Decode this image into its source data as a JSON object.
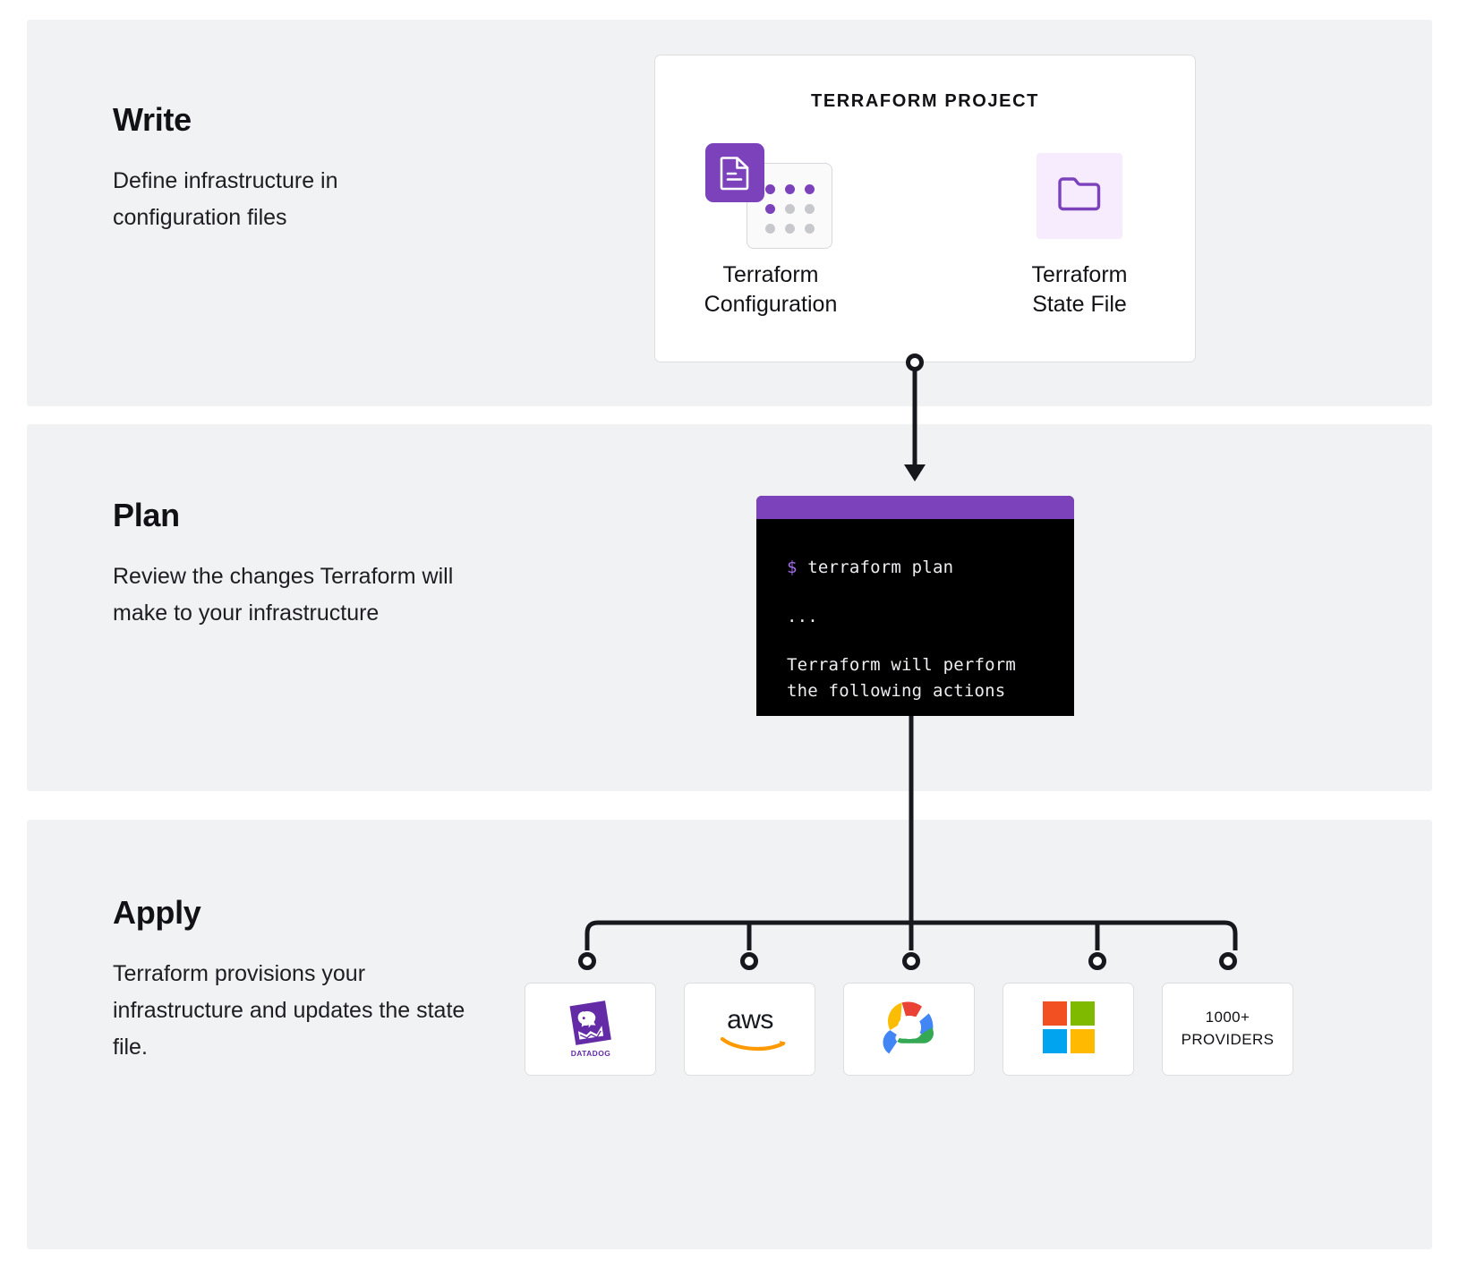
{
  "theme": {
    "accent_purple": "#7b42bc",
    "band_background": "#f1f2f3",
    "page_background": "#ffffff",
    "card_border": "#dcdee0",
    "terminal_background": "#000000",
    "text_primary": "#111116"
  },
  "steps": [
    {
      "id": "write",
      "title": "Write",
      "description": "Define infrastructure in configuration files"
    },
    {
      "id": "plan",
      "title": "Plan",
      "description": "Review the changes Terraform will make to your infrastructure"
    },
    {
      "id": "apply",
      "title": "Apply",
      "description": "Terraform provisions your infrastructure and updates the state file."
    }
  ],
  "terraform_project": {
    "title": "TERRAFORM PROJECT",
    "items": [
      {
        "icon": "document-icon",
        "label_line1": "Terraform",
        "label_line2": "Configuration"
      },
      {
        "icon": "folder-icon",
        "label_line1": "Terraform",
        "label_line2": "State File"
      }
    ]
  },
  "terminal": {
    "prompt_symbol": "$",
    "command": "terraform plan",
    "ellipsis": "...",
    "output_line1": "Terraform will perform",
    "output_line2": "the following actions"
  },
  "providers": [
    {
      "name": "datadog",
      "icon": "datadog-logo-icon",
      "label": "DATADOG"
    },
    {
      "name": "aws",
      "icon": "aws-logo-icon",
      "label": "aws"
    },
    {
      "name": "google-cloud",
      "icon": "google-cloud-logo-icon",
      "label": ""
    },
    {
      "name": "microsoft-azure",
      "icon": "microsoft-logo-icon",
      "label": ""
    },
    {
      "name": "more-providers",
      "icon": "",
      "label_line1": "1000+",
      "label_line2": "PROVIDERS"
    }
  ]
}
